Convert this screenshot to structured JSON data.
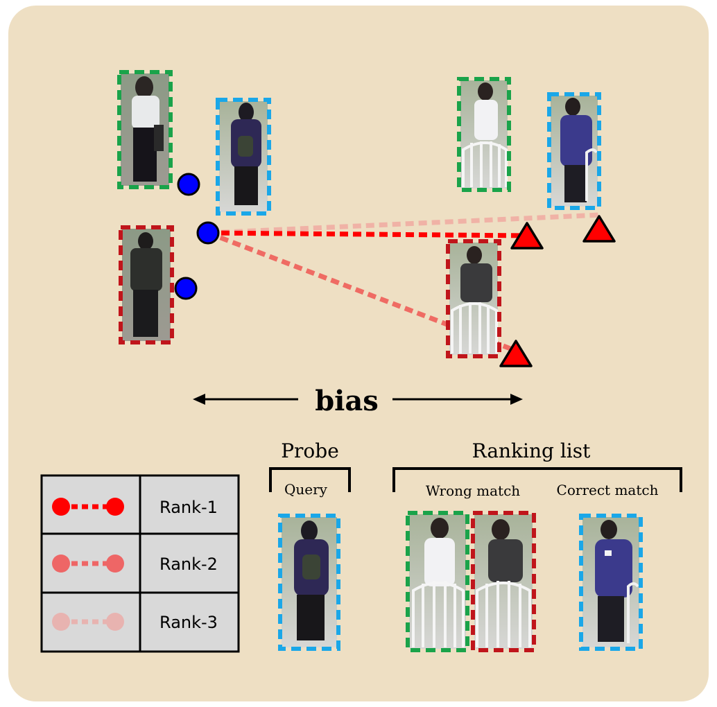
{
  "diagram": {
    "bias_label": "bias",
    "probe_label": "Probe",
    "query_label": "Query",
    "ranking_list_label": "Ranking list",
    "wrong_match_label": "Wrong match",
    "correct_match_label": "Correct match"
  },
  "legend": {
    "rows": [
      {
        "label": "Rank-1",
        "color": "#ff0000"
      },
      {
        "label": "Rank-2",
        "color": "#ee6666"
      },
      {
        "label": "Rank-3",
        "color": "#e8b3b0"
      }
    ]
  },
  "colors": {
    "background": "#eedfc3",
    "frame_green": "#1aa34a",
    "frame_blue": "#1aa7e8",
    "frame_red": "#c0151b",
    "probe_point": "#0000ff",
    "gallery_point": "#ff0000"
  }
}
